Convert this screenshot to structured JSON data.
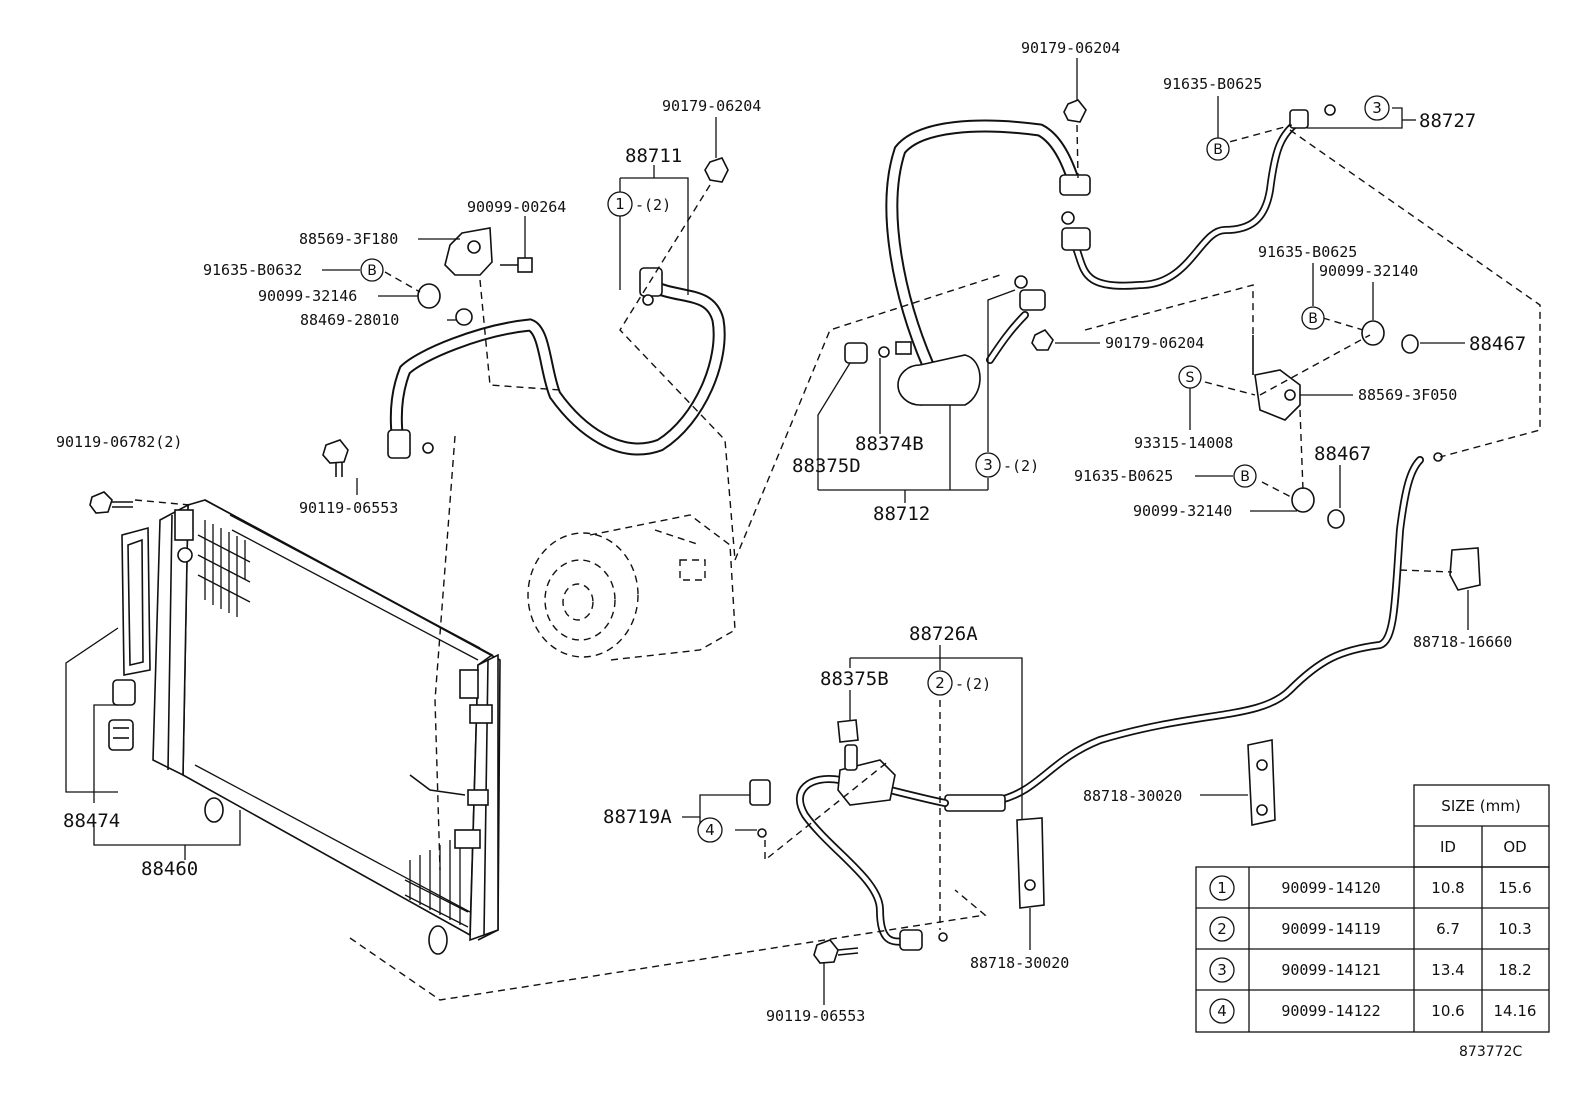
{
  "labels": {
    "p90179_06204_a": "90179-06204",
    "p88711": "88711",
    "p1_2": "-(2)",
    "p90099_00264": "90099-00264",
    "p88569_3F180": "88569-3F180",
    "p91635_B0632": "91635-B0632",
    "p90099_32146": "90099-32146",
    "p88469_28010": "88469-28010",
    "p90119_06782": "90119-06782(2)",
    "p90119_06553_a": "90119-06553",
    "p88474": "88474",
    "p88460": "88460",
    "p90179_06204_b": "90179-06204",
    "p91635_B0625_a": "91635-B0625",
    "p88727": "88727",
    "p91635_B0625_b": "91635-B0625",
    "p90099_32140_a": "90099-32140",
    "p90179_06204_c": "90179-06204",
    "p88467_a": "88467",
    "p88569_3F050": "88569-3F050",
    "p93315_14008": "93315-14008",
    "p88467_b": "88467",
    "p91635_B0625_c": "91635-B0625",
    "p90099_32140_b": "90099-32140",
    "p88374B": "88374B",
    "p88375D": "88375D",
    "p88712": "88712",
    "p3_2": "-(2)",
    "p88718_16660": "88718-16660",
    "p88726A": "88726A",
    "p88375B": "88375B",
    "p2_2": "-(2)",
    "p88719A": "88719A",
    "p88718_30020_a": "88718-30020",
    "p88718_30020_b": "88718-30020",
    "p90119_06553_b": "90119-06553",
    "drawing_no": "873772C"
  },
  "symbols": {
    "one": "1",
    "two": "2",
    "three": "3",
    "four": "4",
    "b": "B",
    "s": "S"
  },
  "size_table": {
    "title": "SIZE (mm)",
    "col_id": "ID",
    "col_od": "OD",
    "rows": [
      {
        "mark": "1",
        "part": "90099-14120",
        "id": "10.8",
        "od": "15.6"
      },
      {
        "mark": "2",
        "part": "90099-14119",
        "id": "6.7",
        "od": "10.3"
      },
      {
        "mark": "3",
        "part": "90099-14121",
        "id": "13.4",
        "od": "18.2"
      },
      {
        "mark": "4",
        "part": "90099-14122",
        "id": "10.6",
        "od": "14.16"
      }
    ]
  }
}
